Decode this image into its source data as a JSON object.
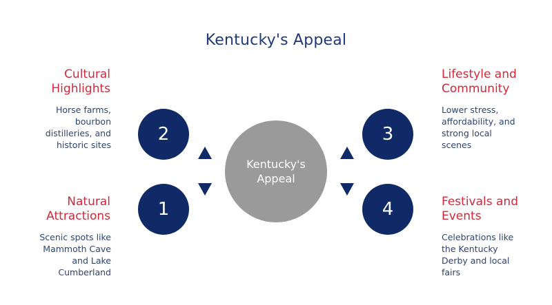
{
  "title": "Kentucky's Appeal",
  "center_label": "Kentucky's\nAppeal",
  "items": [
    {
      "number": "1",
      "heading": "Natural\nAttractions",
      "description": "Scenic spots like\nMammoth Cave\nand Lake\nCumberland"
    },
    {
      "number": "2",
      "heading": "Cultural\nHighlights",
      "description": "Horse farms,\nbourbon\ndistilleries, and\nhistoric sites"
    },
    {
      "number": "3",
      "heading": "Lifestyle and\nCommunity",
      "description": "Lower stress,\naffordability, and\nstrong local\nscenes"
    },
    {
      "number": "4",
      "heading": "Festivals and\nEvents",
      "description": "Celebrations like\nthe Kentucky\nDerby and local\nfairs"
    }
  ],
  "colors": {
    "heading": "#d2283a",
    "node": "#0f2a67",
    "center": "#9a9a9a",
    "text": "#2d4472"
  }
}
